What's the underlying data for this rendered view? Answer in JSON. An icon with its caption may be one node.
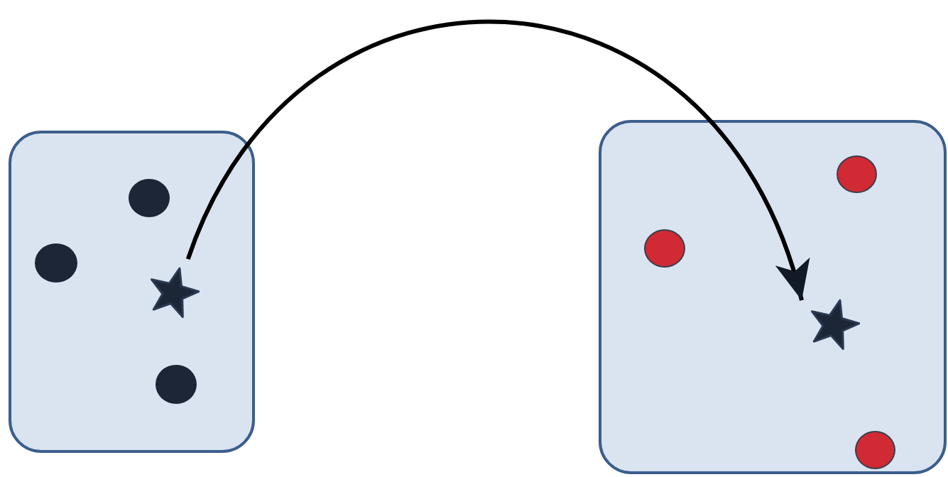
{
  "diagram": {
    "nodes": [
      {
        "text": [],
        "shape": "box"
      },
      {
        "text": [],
        "shape": "circle",
        "in": 0
      },
      {
        "text": [],
        "shape": "circle",
        "in": 0
      },
      {
        "text": [],
        "shape": "star",
        "in": 0
      },
      {
        "text": [],
        "shape": "circle",
        "in": 0
      },
      {
        "text": [],
        "shape": "box"
      },
      {
        "text": [],
        "shape": "circle",
        "in": 5
      },
      {
        "text": [],
        "shape": "circle",
        "in": 5
      },
      {
        "text": [],
        "shape": "star",
        "in": 5
      },
      {
        "text": [],
        "shape": "circle",
        "in": 5
      }
    ],
    "edges": [
      {
        "from": 3,
        "to": 8,
        "arrow": "to"
      }
    ]
  }
}
